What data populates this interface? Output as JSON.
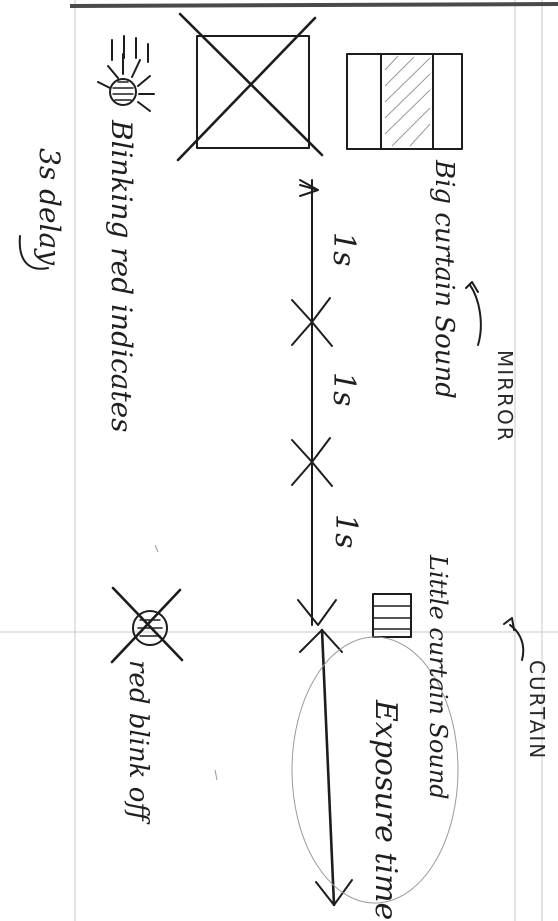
{
  "labels": {
    "blinking_red_indicator": "Blinking red indicates",
    "delay": "3s delay",
    "big_curtain_sound": "Big curtain Sound",
    "mirror": "MIRROR",
    "little_curtain_sound": "Little curtain Sound",
    "curtain": "CURTAIN",
    "exposure_time": "Exposure time",
    "red_blink_off": "red blink off"
  },
  "intervals": [
    "1s",
    "1s",
    "1s"
  ],
  "colors": {
    "ink": "#1d1d1d",
    "paper": "#ffffff",
    "pencil_gray": "#9a9a9a"
  }
}
